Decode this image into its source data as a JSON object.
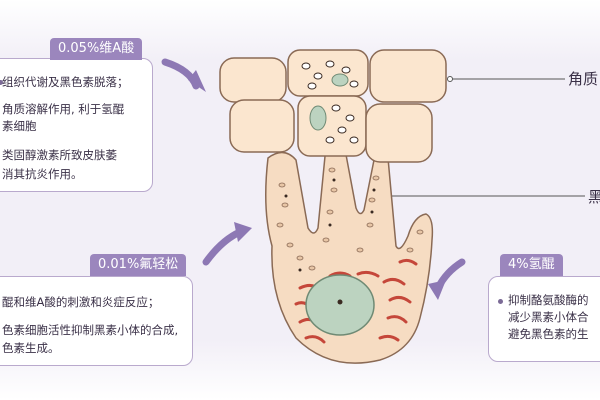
{
  "cards": {
    "retinal": {
      "title": "0.05%维A酸",
      "lines": [
        "组织代谢及黑色素脱落；",
        "角质溶解作用, 利于氢醌",
        "素细胞",
        "类固醇激素所致皮肤萎",
        "消其抗炎作用。"
      ]
    },
    "fluocinolone": {
      "title": "0.01%氟轻松",
      "lines": [
        "醌和维A酸的刺激和炎症反应；",
        "色素细胞活性抑制黑素小体的合成,",
        "色素生成。"
      ]
    },
    "hydroquinone": {
      "title": "4%氢醌",
      "lines": [
        "抑制酪氨酸酶的",
        "减少黑素小体合",
        "避免黑色素的生"
      ]
    }
  },
  "labels": {
    "keratin": "角质",
    "melano": "黑"
  },
  "colors": {
    "accent": "#9b86bd",
    "card_border": "#b9a9cd",
    "cell_fill": "#fbe6cf",
    "cell_stroke": "#8a6a55",
    "nucleus": "#bcd3c0"
  }
}
